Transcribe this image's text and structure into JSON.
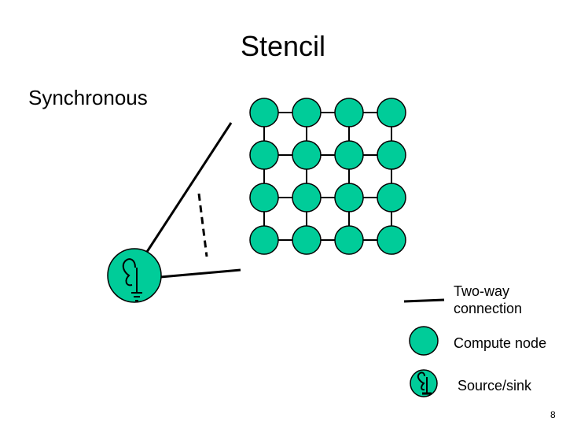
{
  "slide": {
    "title": "Stencil",
    "subtitle": "Synchronous",
    "page_number": "8"
  },
  "diagram": {
    "grid": {
      "rows": 4,
      "cols": 4
    },
    "node_color": "#00cc99",
    "legend": {
      "connection_label": "Two-way connection",
      "compute_label": "Compute node",
      "source_label": "Source/sink"
    }
  }
}
